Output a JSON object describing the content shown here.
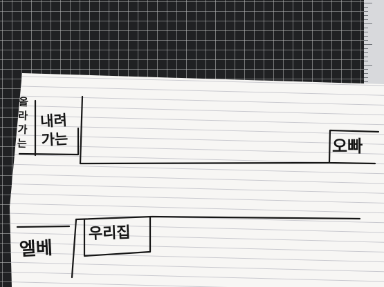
{
  "scene": {
    "labels": {
      "up_escalator": "올라가는",
      "down_escalator": "내려가는",
      "oppa": "오빠",
      "our_house": "우리집",
      "elevator": "엘베"
    },
    "colors": {
      "cutting_mat": "#202123",
      "grid_lines": "#bebebe",
      "paper": "#f7f6f4",
      "ruled_lines": "#c9c9cf",
      "ink": "#151515",
      "ruler": "#d8d9dc"
    },
    "icons": [
      "cutting-mat-grid",
      "metal-ruler",
      "ruled-paper",
      "pen-sketch"
    ]
  }
}
